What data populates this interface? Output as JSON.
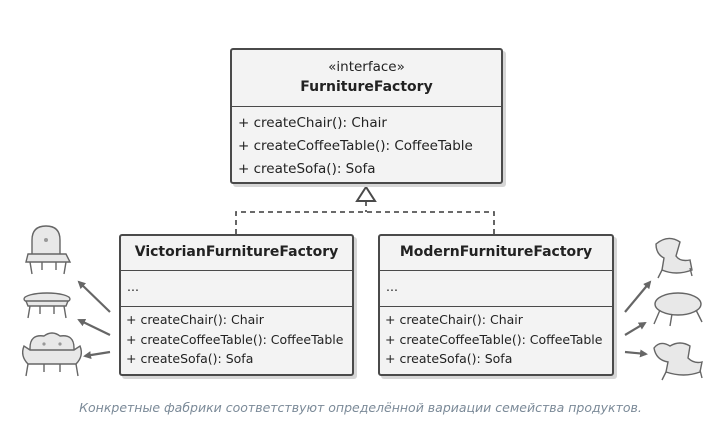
{
  "interface": {
    "stereotype": "«interface»",
    "name": "FurnitureFactory",
    "methods": [
      "+ createChair(): Chair",
      "+ createCoffeeTable(): CoffeeTable",
      "+ createSofa(): Sofa"
    ]
  },
  "victorian": {
    "name": "VictorianFurnitureFactory",
    "fields": "...",
    "methods": [
      "+ createChair(): Chair",
      "+ createCoffeeTable(): CoffeeTable",
      "+ createSofa(): Sofa"
    ]
  },
  "modern": {
    "name": "ModernFurnitureFactory",
    "fields": "...",
    "methods": [
      "+ createChair(): Chair",
      "+ createCoffeeTable(): CoffeeTable",
      "+ createSofa(): Sofa"
    ]
  },
  "caption": "Конкретные фабрики соответствуют определённой вариации семейства продуктов.",
  "colors": {
    "stroke": "#4a4a4a",
    "box_fill": "#f3f3f3",
    "caption": "#7b8a98"
  }
}
